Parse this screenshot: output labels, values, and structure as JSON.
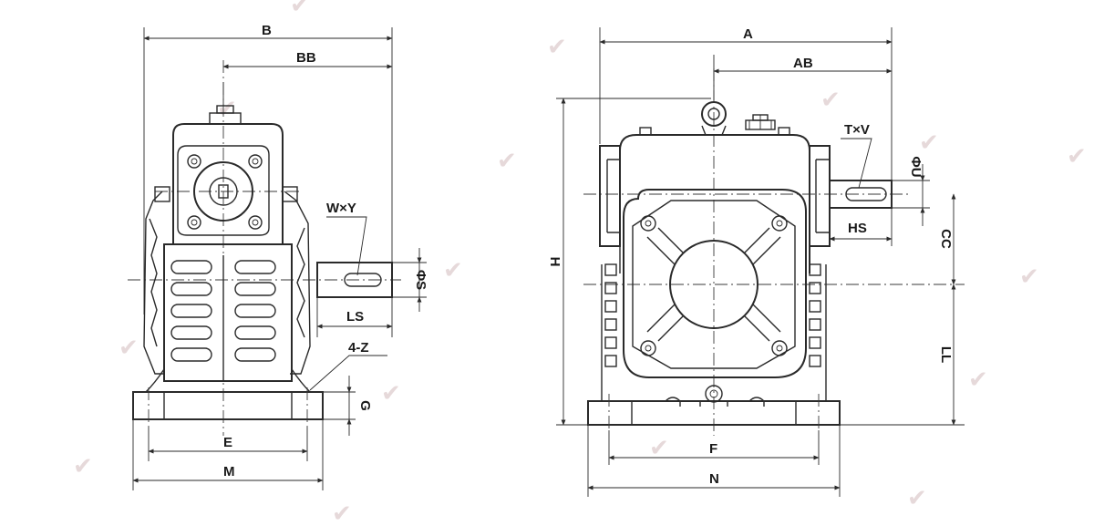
{
  "front_view": {
    "labels": {
      "B": "B",
      "BB": "BB",
      "WxY": "W×Y",
      "phiS": "ΦS",
      "LS": "LS",
      "Z": "4-Z",
      "G": "G",
      "E": "E",
      "M": "M"
    }
  },
  "side_view": {
    "labels": {
      "A": "A",
      "AB": "AB",
      "TxV": "T×V",
      "phiU": "ΦU",
      "HS": "HS",
      "CC": "CC",
      "H": "H",
      "LL": "LL",
      "F": "F",
      "N": "N"
    }
  },
  "colors": {
    "line": "#2a2a2a",
    "watermark": "#e6d9da"
  },
  "icons": {
    "watermark": "leaf-watermark-icon"
  }
}
